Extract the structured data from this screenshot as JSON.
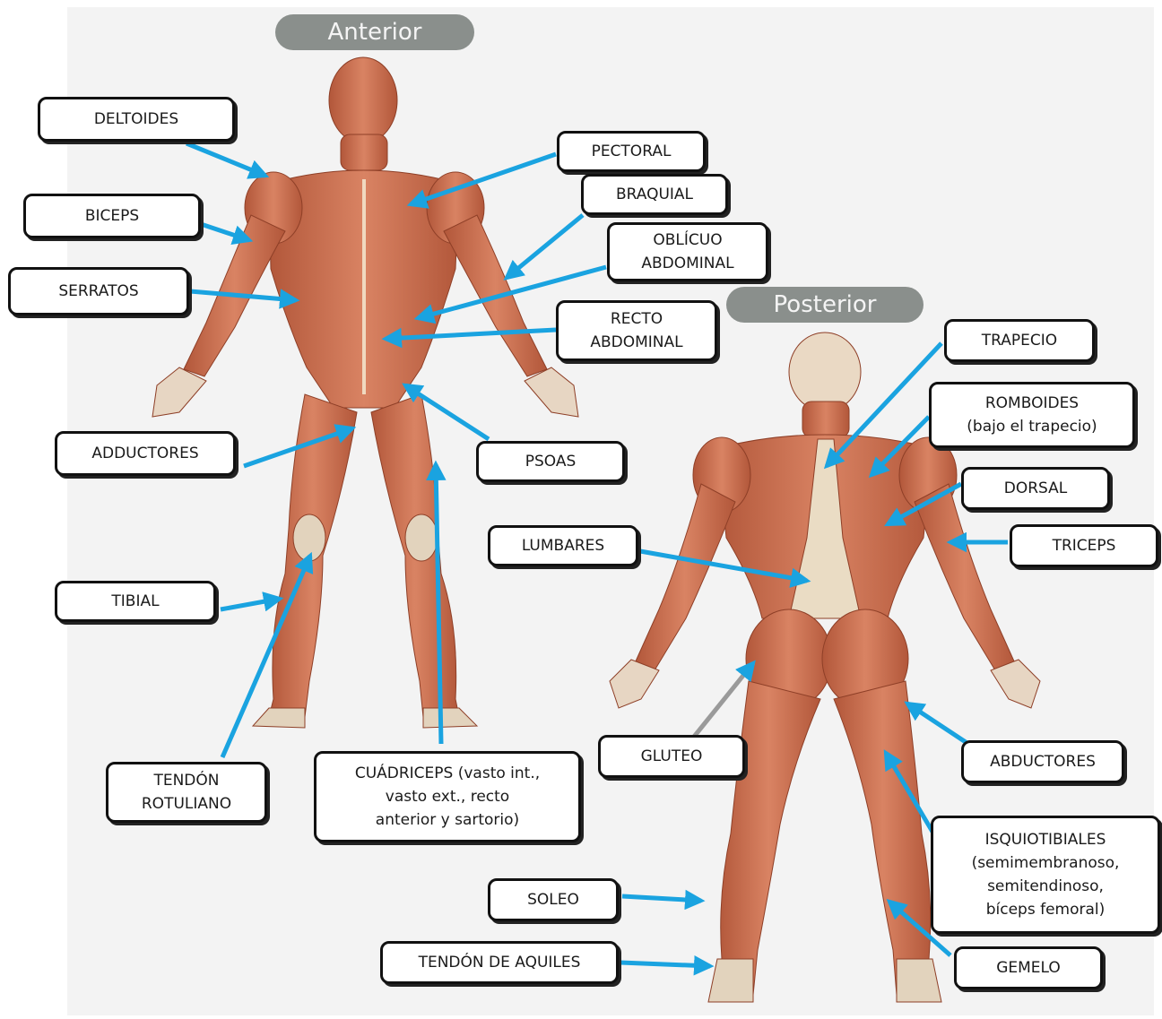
{
  "views": {
    "anterior": "Anterior",
    "posterior": "Posterior"
  },
  "labels": {
    "deltoides": "DELTOIDES",
    "biceps": "BICEPS",
    "serratos": "SERRATOS",
    "adductores": "ADDUCTORES",
    "tibial": "TIBIAL",
    "tendon_rotuliano": "TENDÓN\nROTULIANO",
    "cuadriceps": "CUÁDRICEPS (vasto int.,\nvasto ext., recto\nanterior y sartorio)",
    "pectoral": "PECTORAL",
    "braquial": "BRAQUIAL",
    "oblicuo_abdominal": "OBLÍCUO\nABDOMINAL",
    "recto_abdominal": "RECTO\nABDOMINAL",
    "psoas": "PSOAS",
    "trapecio": "TRAPECIO",
    "romboides": "ROMBOIDES\n(bajo el trapecio)",
    "dorsal": "DORSAL",
    "triceps": "TRICEPS",
    "lumbares": "LUMBARES",
    "gluteo": "GLUTEO",
    "abductores": "ABDUCTORES",
    "isquiotibiales": "ISQUIOTIBIALES\n(semimembranoso,\nsemitendinoso,\nbíceps femoral)",
    "soleo": "SOLEO",
    "tendon_aquiles": "TENDÓN DE AQUILES",
    "gemelo": "GEMELO"
  },
  "colors": {
    "arrow": "#1aa3e0",
    "muscle": "#c96a48",
    "muscle_dark": "#a84e33",
    "tendon": "#eadcc4",
    "pill": "#8a8f8c"
  }
}
